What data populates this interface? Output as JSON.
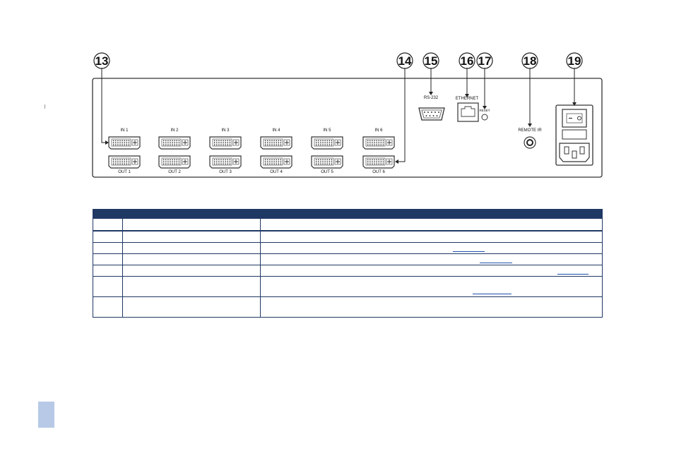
{
  "figure": {
    "callouts": [
      "13",
      "14",
      "15",
      "16",
      "17",
      "18",
      "19"
    ],
    "ports": {
      "inputs": [
        "IN 1",
        "IN 2",
        "IN 3",
        "IN 4",
        "IN 5",
        "IN 6"
      ],
      "outputs": [
        "OUT 1",
        "OUT 2",
        "OUT 3",
        "OUT 4",
        "OUT 5",
        "OUT 6"
      ],
      "rs232": "RS-232",
      "ethernet": "ETHERNET",
      "reset": "RESET",
      "remote_ir": "REMOTE IR"
    }
  },
  "table": {
    "row_count": 7,
    "link_rows": [
      2,
      3,
      4,
      5
    ]
  },
  "colors": {
    "table_header": "#1f3864",
    "side_tab": "#b7c9e6",
    "link": "#1f4fa8"
  }
}
